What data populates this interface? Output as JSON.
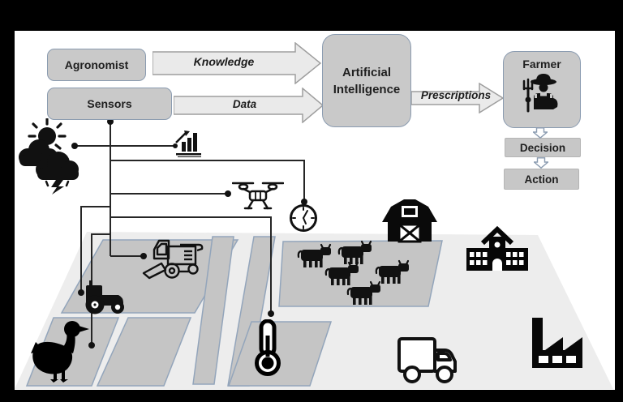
{
  "nodes": {
    "agronomist": {
      "label": "Agronomist"
    },
    "sensors": {
      "label": "Sensors"
    },
    "artificial_intelligence": {
      "label": "Artificial Intelligence"
    },
    "farmer": {
      "label": "Farmer"
    },
    "decision": {
      "label": "Decision"
    },
    "action": {
      "label": "Action"
    }
  },
  "flows": {
    "knowledge": {
      "label": "Knowledge"
    },
    "data": {
      "label": "Data"
    },
    "prescriptions": {
      "label": "Prescriptions"
    }
  },
  "field": {
    "cow_count": 5,
    "plot_count": 7
  },
  "icon_names": [
    "weather-sun-clouds-lightning-icon",
    "growth-chart-icon",
    "drone-icon",
    "clock-icon",
    "combine-harvester-icon",
    "tractor-icon",
    "duck-icon",
    "thermometer-icon",
    "barn-icon",
    "cow-icon",
    "school-icon",
    "truck-icon",
    "factory-icon",
    "farmer-icon"
  ],
  "colors": {
    "frame": "#000000",
    "canvas": "#ffffff",
    "node_fill": "#c9c9c9",
    "node_border": "#8a9bb0",
    "flat_fill": "#c7c7c7",
    "arrow_fill": "#eaeaea",
    "arrow_border": "#9e9e9e",
    "ground": "#ededed",
    "plot_fill": "#c5c5c5",
    "plot_border": "#93a5bb",
    "line": "#262626",
    "ink": "#111111",
    "text": "#1f1f1f"
  }
}
